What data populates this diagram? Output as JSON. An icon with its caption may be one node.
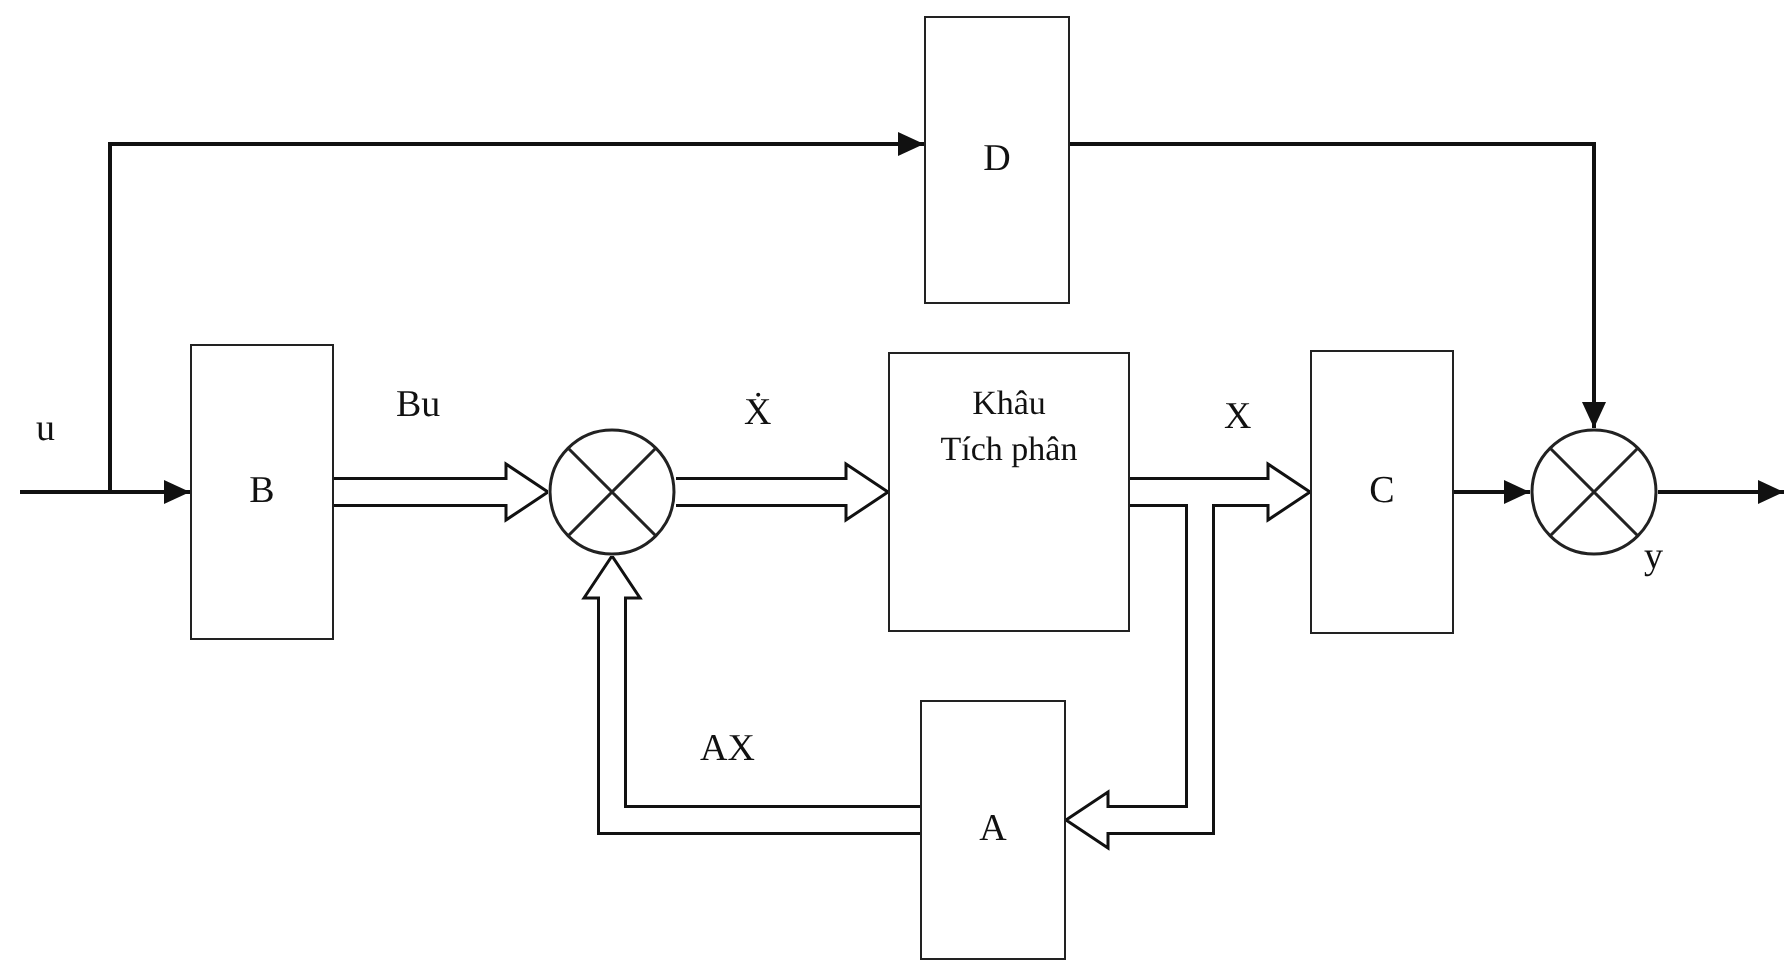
{
  "diagram": {
    "nodes": [
      {
        "text": [
          "D"
        ]
      },
      {
        "text": [
          "B"
        ]
      },
      {
        "text": [],
        "shape": "circle"
      },
      {
        "text": [
          "Khâu Tích phân"
        ]
      },
      {
        "text": [
          "C"
        ]
      },
      {
        "text": [],
        "shape": "circle"
      },
      {
        "text": [
          "A"
        ]
      }
    ],
    "edges": [
      {
        "from": null,
        "to": 1,
        "arrow": "to",
        "label": "u"
      },
      {
        "from": null,
        "to": 0,
        "arrow": "to"
      },
      {
        "from": 0,
        "to": 5,
        "arrow": "to"
      },
      {
        "from": 1,
        "to": 2,
        "arrow": "to",
        "label": "Bu",
        "style": "thick"
      },
      {
        "from": 2,
        "to": 3,
        "arrow": "to",
        "label": "Ẋ",
        "style": "thick"
      },
      {
        "from": 3,
        "to": 4,
        "arrow": "to",
        "label": "X",
        "style": "thick"
      },
      {
        "from": 3,
        "to": 6,
        "arrow": "to",
        "style": "thick"
      },
      {
        "from": 6,
        "to": 2,
        "arrow": "to",
        "label": "AX",
        "style": "thick"
      },
      {
        "from": 4,
        "to": 5,
        "arrow": "to"
      },
      {
        "from": 5,
        "to": null,
        "arrow": "to",
        "label": "y"
      }
    ]
  }
}
